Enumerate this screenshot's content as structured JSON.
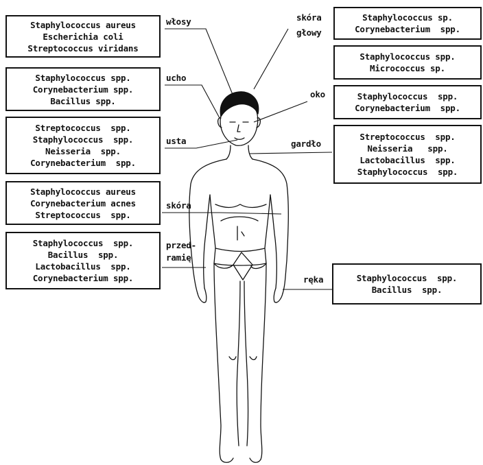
{
  "labels": {
    "wlosy": "włosy",
    "ucho": "ucho",
    "usta": "usta",
    "skora": "skóra",
    "przedramie_1": "przed-",
    "przedramie_2": "ramię",
    "skora_glowy_1": "skóra",
    "skora_glowy_2": "głowy",
    "oko": "oko",
    "gardlo": "gardło",
    "reka": "ręka"
  },
  "boxes": {
    "wlosy": [
      "Staphylococcus aureus",
      "Escherichia coli",
      "Streptococcus viridans"
    ],
    "ucho": [
      "Staphylococcus spp.",
      "Corynebacterium spp.",
      "Bacillus spp."
    ],
    "usta": [
      "Streptococcus  spp.",
      "Staphylococcus  spp.",
      "Neisseria  spp.",
      "Corynebacterium  spp."
    ],
    "skora": [
      "Staphylococcus aureus",
      "Corynebacterium acnes",
      "Streptococcus  spp."
    ],
    "przedramie": [
      "Staphylococcus  spp.",
      "Bacillus  spp.",
      "Lactobacillus  spp.",
      "Corynebacterium spp."
    ],
    "skora_glowy": [
      "Staphylococcus sp.",
      "Corynebacterium  spp."
    ],
    "glowa2": [
      "Staphylococcus spp.",
      "Micrococcus sp."
    ],
    "oko": [
      "Staphylococcus  spp.",
      "Corynebacterium  spp."
    ],
    "gardlo": [
      "Streptococcus  spp.",
      "Neisseria   spp.",
      "Lactobacillus  spp.",
      "Staphylococcus  spp."
    ],
    "reka": [
      "Staphylococcus  spp.",
      "Bacillus  spp."
    ]
  }
}
